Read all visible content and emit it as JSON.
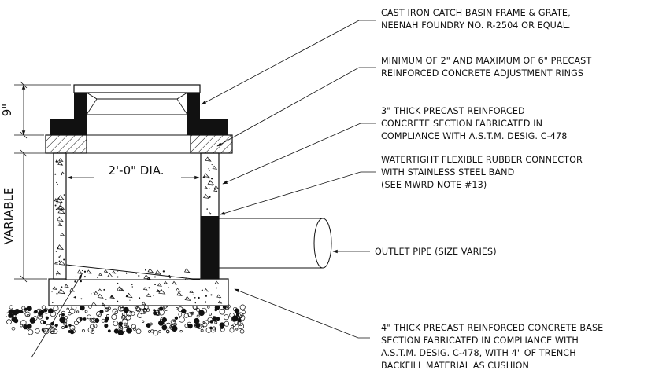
{
  "diagram": {
    "notes": {
      "frame_grate": [
        "CAST IRON CATCH BASIN FRAME & GRATE,",
        "NEENAH FOUNDRY NO. R-2504 OR EQUAL."
      ],
      "adjustment_rings": [
        "MINIMUM OF 2\" AND MAXIMUM OF 6\" PRECAST",
        "REINFORCED CONCRETE ADJUSTMENT RINGS"
      ],
      "precast_section": [
        "3\" THICK PRECAST REINFORCED",
        "CONCRETE SECTION FABRICATED IN",
        "COMPLIANCE WITH A.S.T.M. DESIG. C-478"
      ],
      "rubber_connector": [
        "WATERTIGHT FLEXIBLE RUBBER CONNECTOR",
        "WITH STAINLESS STEEL BAND",
        "(SEE MWRD NOTE #13)"
      ],
      "outlet_pipe": [
        "OUTLET PIPE (SIZE VARIES)"
      ],
      "base_section": [
        "4\" THICK PRECAST REINFORCED CONCRETE BASE",
        "SECTION FABRICATED IN COMPLIANCE WITH",
        "A.S.T.M. DESIG. C-478, WITH 4\" OF TRENCH",
        "BACKFILL MATERIAL AS CUSHION"
      ]
    },
    "dimensions": {
      "frame_height": "9\"",
      "wall_height": "VARIABLE",
      "diameter": "2'-0\" DIA."
    }
  }
}
